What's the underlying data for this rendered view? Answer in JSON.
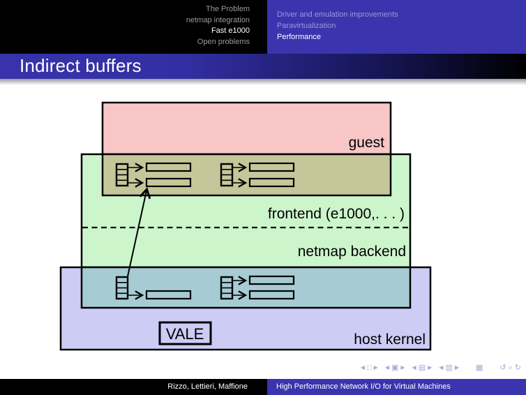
{
  "slide": {
    "frametitle": "Indirect buffers"
  },
  "header": {
    "sections": [
      {
        "label": "The Problem"
      },
      {
        "label": "netmap integration"
      },
      {
        "label": "Fast e1000"
      },
      {
        "label": "Open problems"
      }
    ],
    "subsections": [
      {
        "label": "Driver and emulation improvements"
      },
      {
        "label": "Paravirtualization"
      },
      {
        "label": "Performance"
      }
    ]
  },
  "diagram": {
    "labels": {
      "guest": "guest",
      "frontend": "frontend (e1000,. . . )",
      "backend": "netmap backend",
      "host_kernel": "host kernel",
      "vale": "VALE"
    },
    "colors": {
      "guest_pink": "#f8c6c6",
      "frontend_green": "#ccf5cc",
      "guest_frontend_overlap": "#c5c79a",
      "host_lavender": "#ccccf5",
      "frontend_host_overlap": "#a6cbd3"
    }
  },
  "footer": {
    "authors": "Rizzo, Lettieri, Maffione",
    "talk_title": "High Performance Network I/O for Virtual Machines"
  },
  "nav": {
    "symbols": [
      {
        "glyph": "◀"
      },
      {
        "glyph": "□"
      },
      {
        "glyph": "▶"
      },
      {
        "glyph": "◀"
      },
      {
        "glyph": "▣"
      },
      {
        "glyph": "▶"
      },
      {
        "glyph": "◀"
      },
      {
        "glyph": "▤"
      },
      {
        "glyph": "▶"
      },
      {
        "glyph": "◀"
      },
      {
        "glyph": "▥"
      },
      {
        "glyph": "▶"
      },
      {
        "glyph": "▦"
      },
      {
        "glyph": "↺"
      },
      {
        "glyph": "⌕"
      },
      {
        "glyph": "↻"
      }
    ]
  },
  "theme_colors": {
    "header_blue": "#3a34ae",
    "header_black": "#000000",
    "titlebar_gradient_start": "#3833ab",
    "titlebar_gradient_end": "#000000",
    "nav_dim_left": "#9b9b9b",
    "nav_dim_right": "#9a9ad6",
    "nav_current": "#ffffff",
    "nav_symbols": "#a9a9da"
  }
}
